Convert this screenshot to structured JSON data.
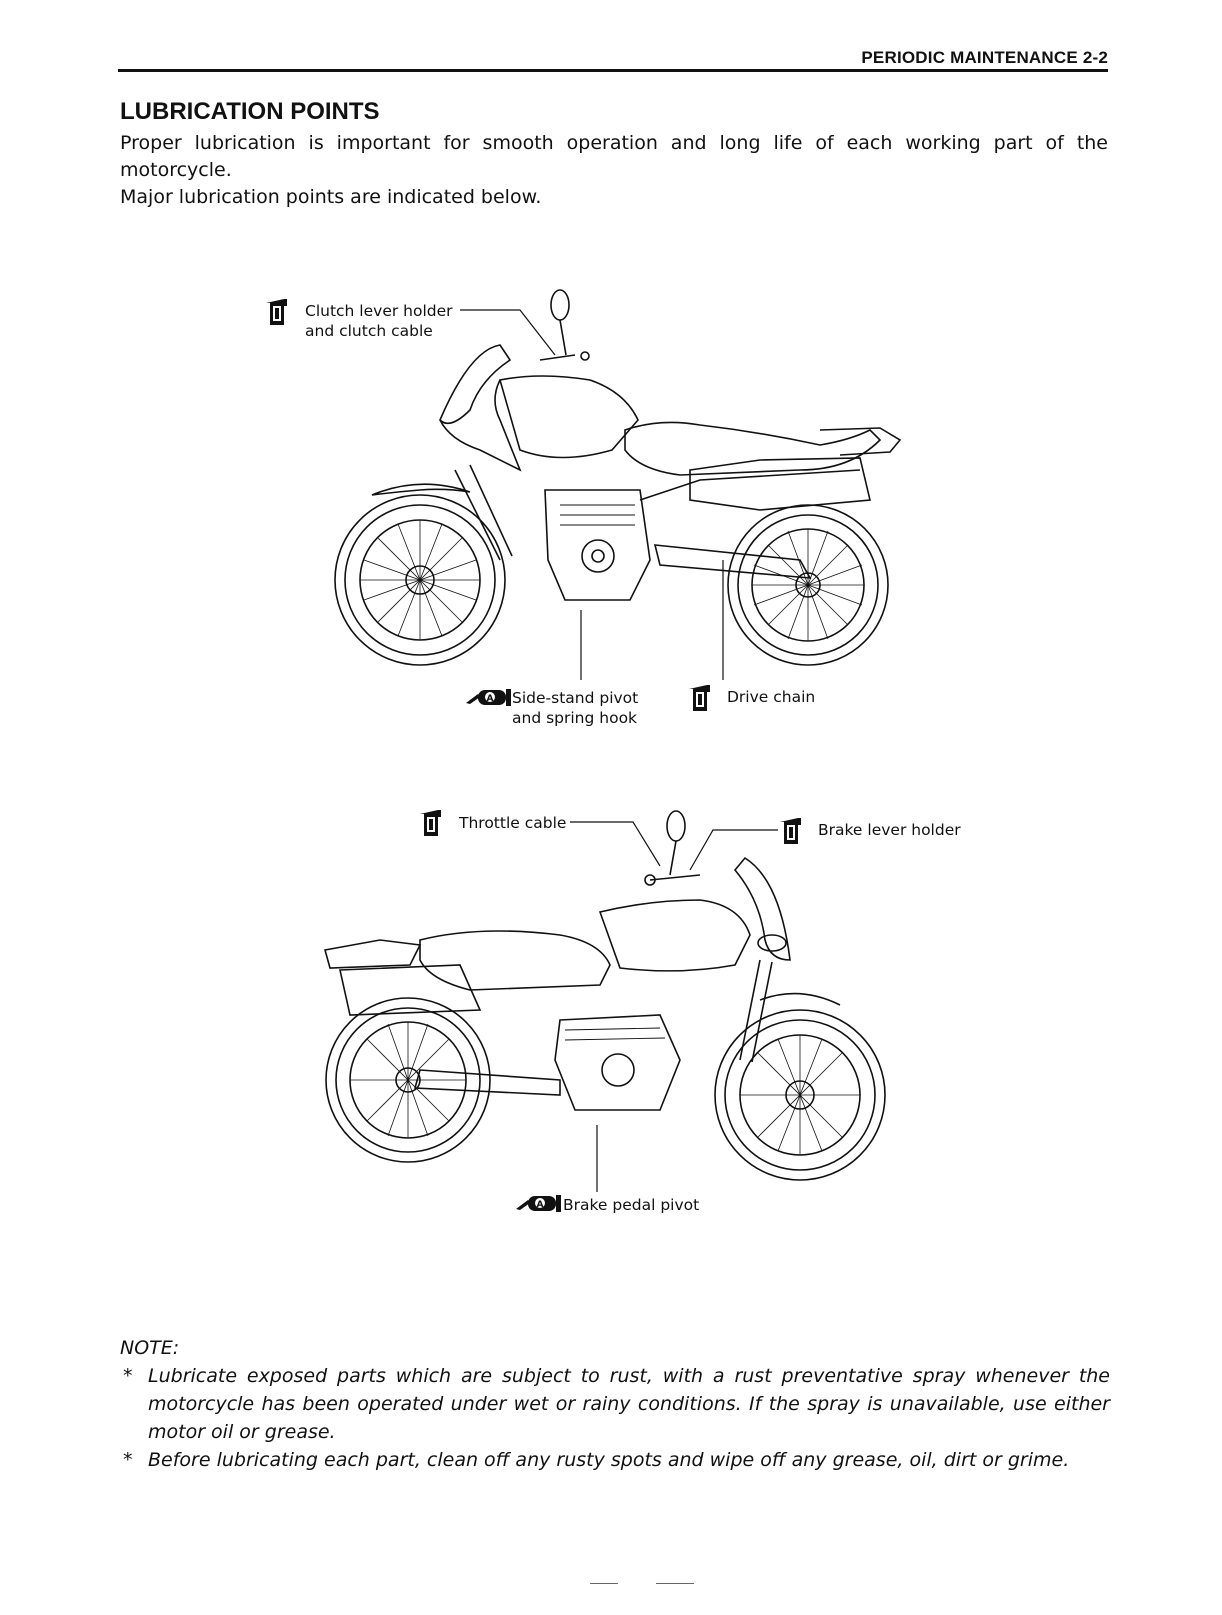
{
  "header": {
    "page_title": "PERIODIC MAINTENANCE 2-2"
  },
  "section": {
    "title": "LUBRICATION POINTS",
    "intro_1": "Proper lubrication is important for smooth operation and long life of each working part of the motorcycle.",
    "intro_2": "Major lubrication points are indicated below."
  },
  "diagram_left_view": {
    "callouts": [
      {
        "text": "Clutch lever holder\nand clutch cable",
        "icon": "oil-can-icon"
      },
      {
        "text": "Side-stand pivot\nand spring hook",
        "icon": "grease-gun-icon"
      },
      {
        "text": "Drive chain",
        "icon": "oil-can-icon"
      }
    ]
  },
  "diagram_right_view": {
    "callouts": [
      {
        "text": "Throttle cable",
        "icon": "oil-can-icon"
      },
      {
        "text": "Brake lever holder",
        "icon": "oil-can-icon"
      },
      {
        "text": "Brake pedal pivot",
        "icon": "grease-gun-icon"
      }
    ]
  },
  "note": {
    "label": "NOTE:",
    "items": [
      "Lubricate exposed parts which are subject to rust, with a rust preventative spray whenever the motorcycle has been operated under wet or rainy conditions. If the spray is unavailable, use either motor oil or grease.",
      "Before lubricating each part, clean off any rusty spots and wipe off any grease, oil, dirt or grime."
    ],
    "bullet": "*"
  }
}
